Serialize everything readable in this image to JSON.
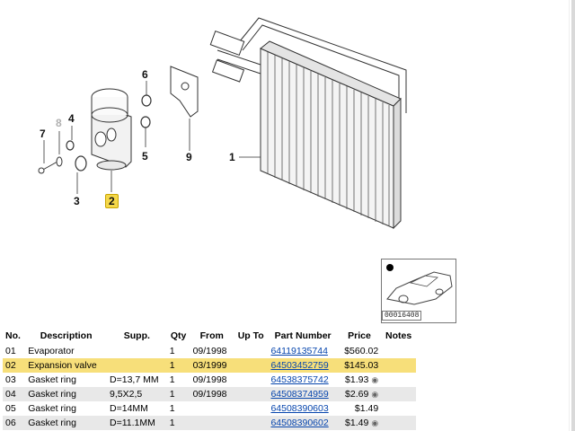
{
  "callouts": {
    "c1": "1",
    "c2": "2",
    "c3": "3",
    "c4": "4",
    "c5": "5",
    "c6": "6",
    "c7": "7",
    "c8": "8",
    "c9": "9"
  },
  "thumbnail_code": "00016408",
  "table": {
    "headers": [
      "No.",
      "Description",
      "Supp.",
      "Qty",
      "From",
      "Up To",
      "Part Number",
      "Price",
      "Notes"
    ],
    "rows": [
      {
        "no": "01",
        "desc": "Evaporator",
        "supp": "",
        "qty": "1",
        "from": "09/1998",
        "upto": "",
        "part": "64119135744",
        "price": "$560.02",
        "note_icon": ""
      },
      {
        "no": "02",
        "desc": "Expansion valve",
        "supp": "",
        "qty": "1",
        "from": "03/1999",
        "upto": "",
        "part": "64503452759",
        "price": "$145.03",
        "note_icon": ""
      },
      {
        "no": "03",
        "desc": "Gasket ring",
        "supp": "D=13,7 MM",
        "qty": "1",
        "from": "09/1998",
        "upto": "",
        "part": "64538375742",
        "price": "$1.93",
        "note_icon": "camera-icon"
      },
      {
        "no": "04",
        "desc": "Gasket ring",
        "supp": "9,5X2,5",
        "qty": "1",
        "from": "09/1998",
        "upto": "",
        "part": "64508374959",
        "price": "$2.69",
        "note_icon": "camera-icon"
      },
      {
        "no": "05",
        "desc": "Gasket ring",
        "supp": "D=14MM",
        "qty": "1",
        "from": "",
        "upto": "",
        "part": "64508390603",
        "price": "$1.49",
        "note_icon": ""
      },
      {
        "no": "06",
        "desc": "Gasket ring",
        "supp": "D=11.1MM",
        "qty": "1",
        "from": "",
        "upto": "",
        "part": "64508390602",
        "price": "$1.49",
        "note_icon": "camera-icon"
      }
    ]
  },
  "colors": {
    "highlight": "#f7df7a",
    "link": "#0645ad",
    "alt_row": "#e8e8e8"
  }
}
